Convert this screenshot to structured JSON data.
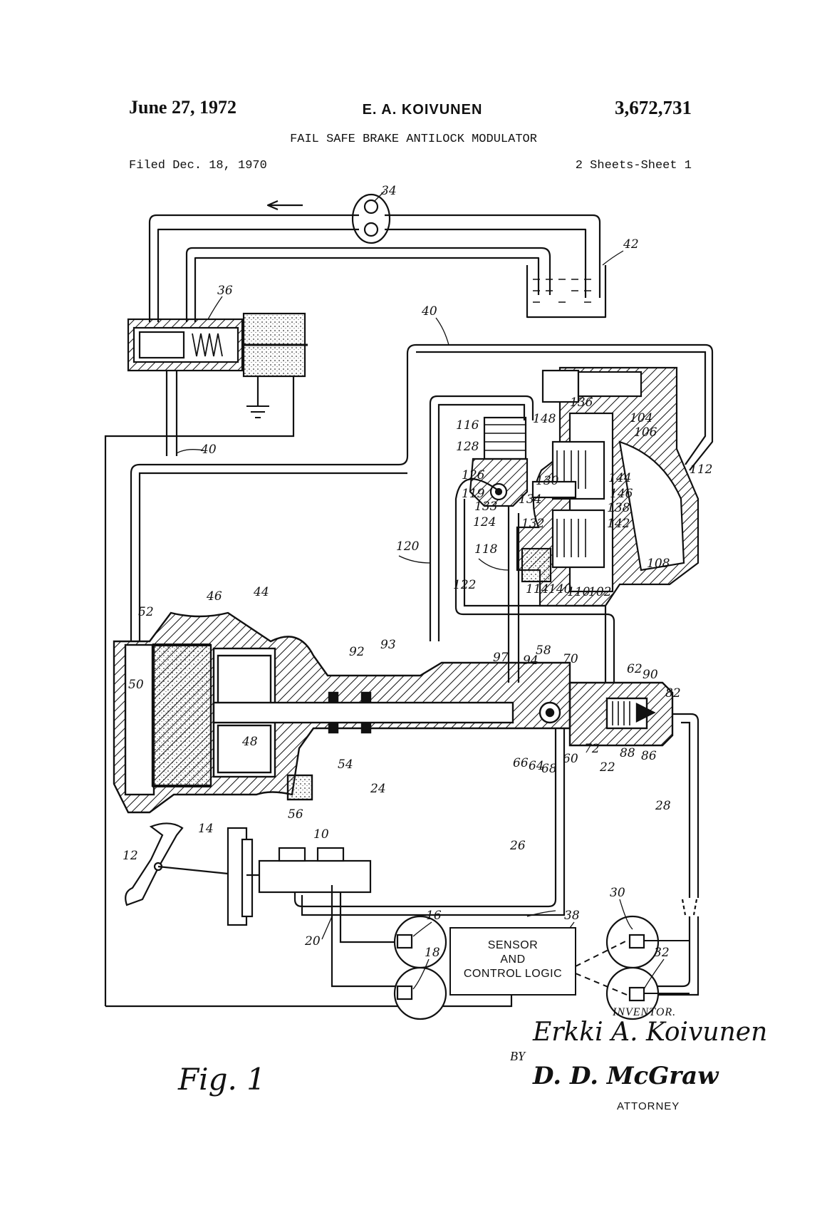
{
  "header": {
    "date": "June 27, 1972",
    "inventor": "E. A. KOIVUNEN",
    "patent_number": "3,672,731",
    "title": "FAIL SAFE BRAKE ANTILOCK MODULATOR",
    "filed": "Filed Dec. 18, 1970",
    "sheets": "2 Sheets-Sheet 1"
  },
  "diagram": {
    "control_box": {
      "line1": "SENSOR",
      "line2": "AND",
      "line3": "CONTROL LOGIC"
    },
    "refs": {
      "r10": "10",
      "r12": "12",
      "r14": "14",
      "r16": "16",
      "r18": "18",
      "r20": "20",
      "r22": "22",
      "r24": "24",
      "r26": "26",
      "r28": "28",
      "r30": "30",
      "r32": "32",
      "r34": "34",
      "r36": "36",
      "r38": "38",
      "r40a": "40",
      "r40b": "40",
      "r42": "42",
      "r44": "44",
      "r46": "46",
      "r48": "48",
      "r50": "50",
      "r52": "52",
      "r54": "54",
      "r56": "56",
      "r58": "58",
      "r60": "60",
      "r62": "62",
      "r64": "64",
      "r66": "66",
      "r68": "68",
      "r70": "70",
      "r72": "72",
      "r82": "82",
      "r86": "86",
      "r88": "88",
      "r90": "90",
      "r92": "92",
      "r93": "93",
      "r94": "94",
      "r97": "97",
      "r102": "102",
      "r104": "104",
      "r106": "106",
      "r108": "108",
      "r110": "110",
      "r112": "112",
      "r114": "114",
      "r116": "116",
      "r118": "118",
      "r119": "119",
      "r120": "120",
      "r122": "122",
      "r124": "124",
      "r126": "126",
      "r128": "128",
      "r130": "130",
      "r132": "132",
      "r133": "133",
      "r134": "134",
      "r136": "136",
      "r138": "138",
      "r140": "140",
      "r142": "142",
      "r144": "144",
      "r146": "146",
      "r148": "148"
    }
  },
  "signatures": {
    "inventor_label": "INVENTOR.",
    "inventor_signature": "Erkki A. Koivunen",
    "by": "BY",
    "attorney_signature": "D. D. McGraw",
    "attorney_label": "ATTORNEY"
  },
  "figure_label": "Fig. 1"
}
